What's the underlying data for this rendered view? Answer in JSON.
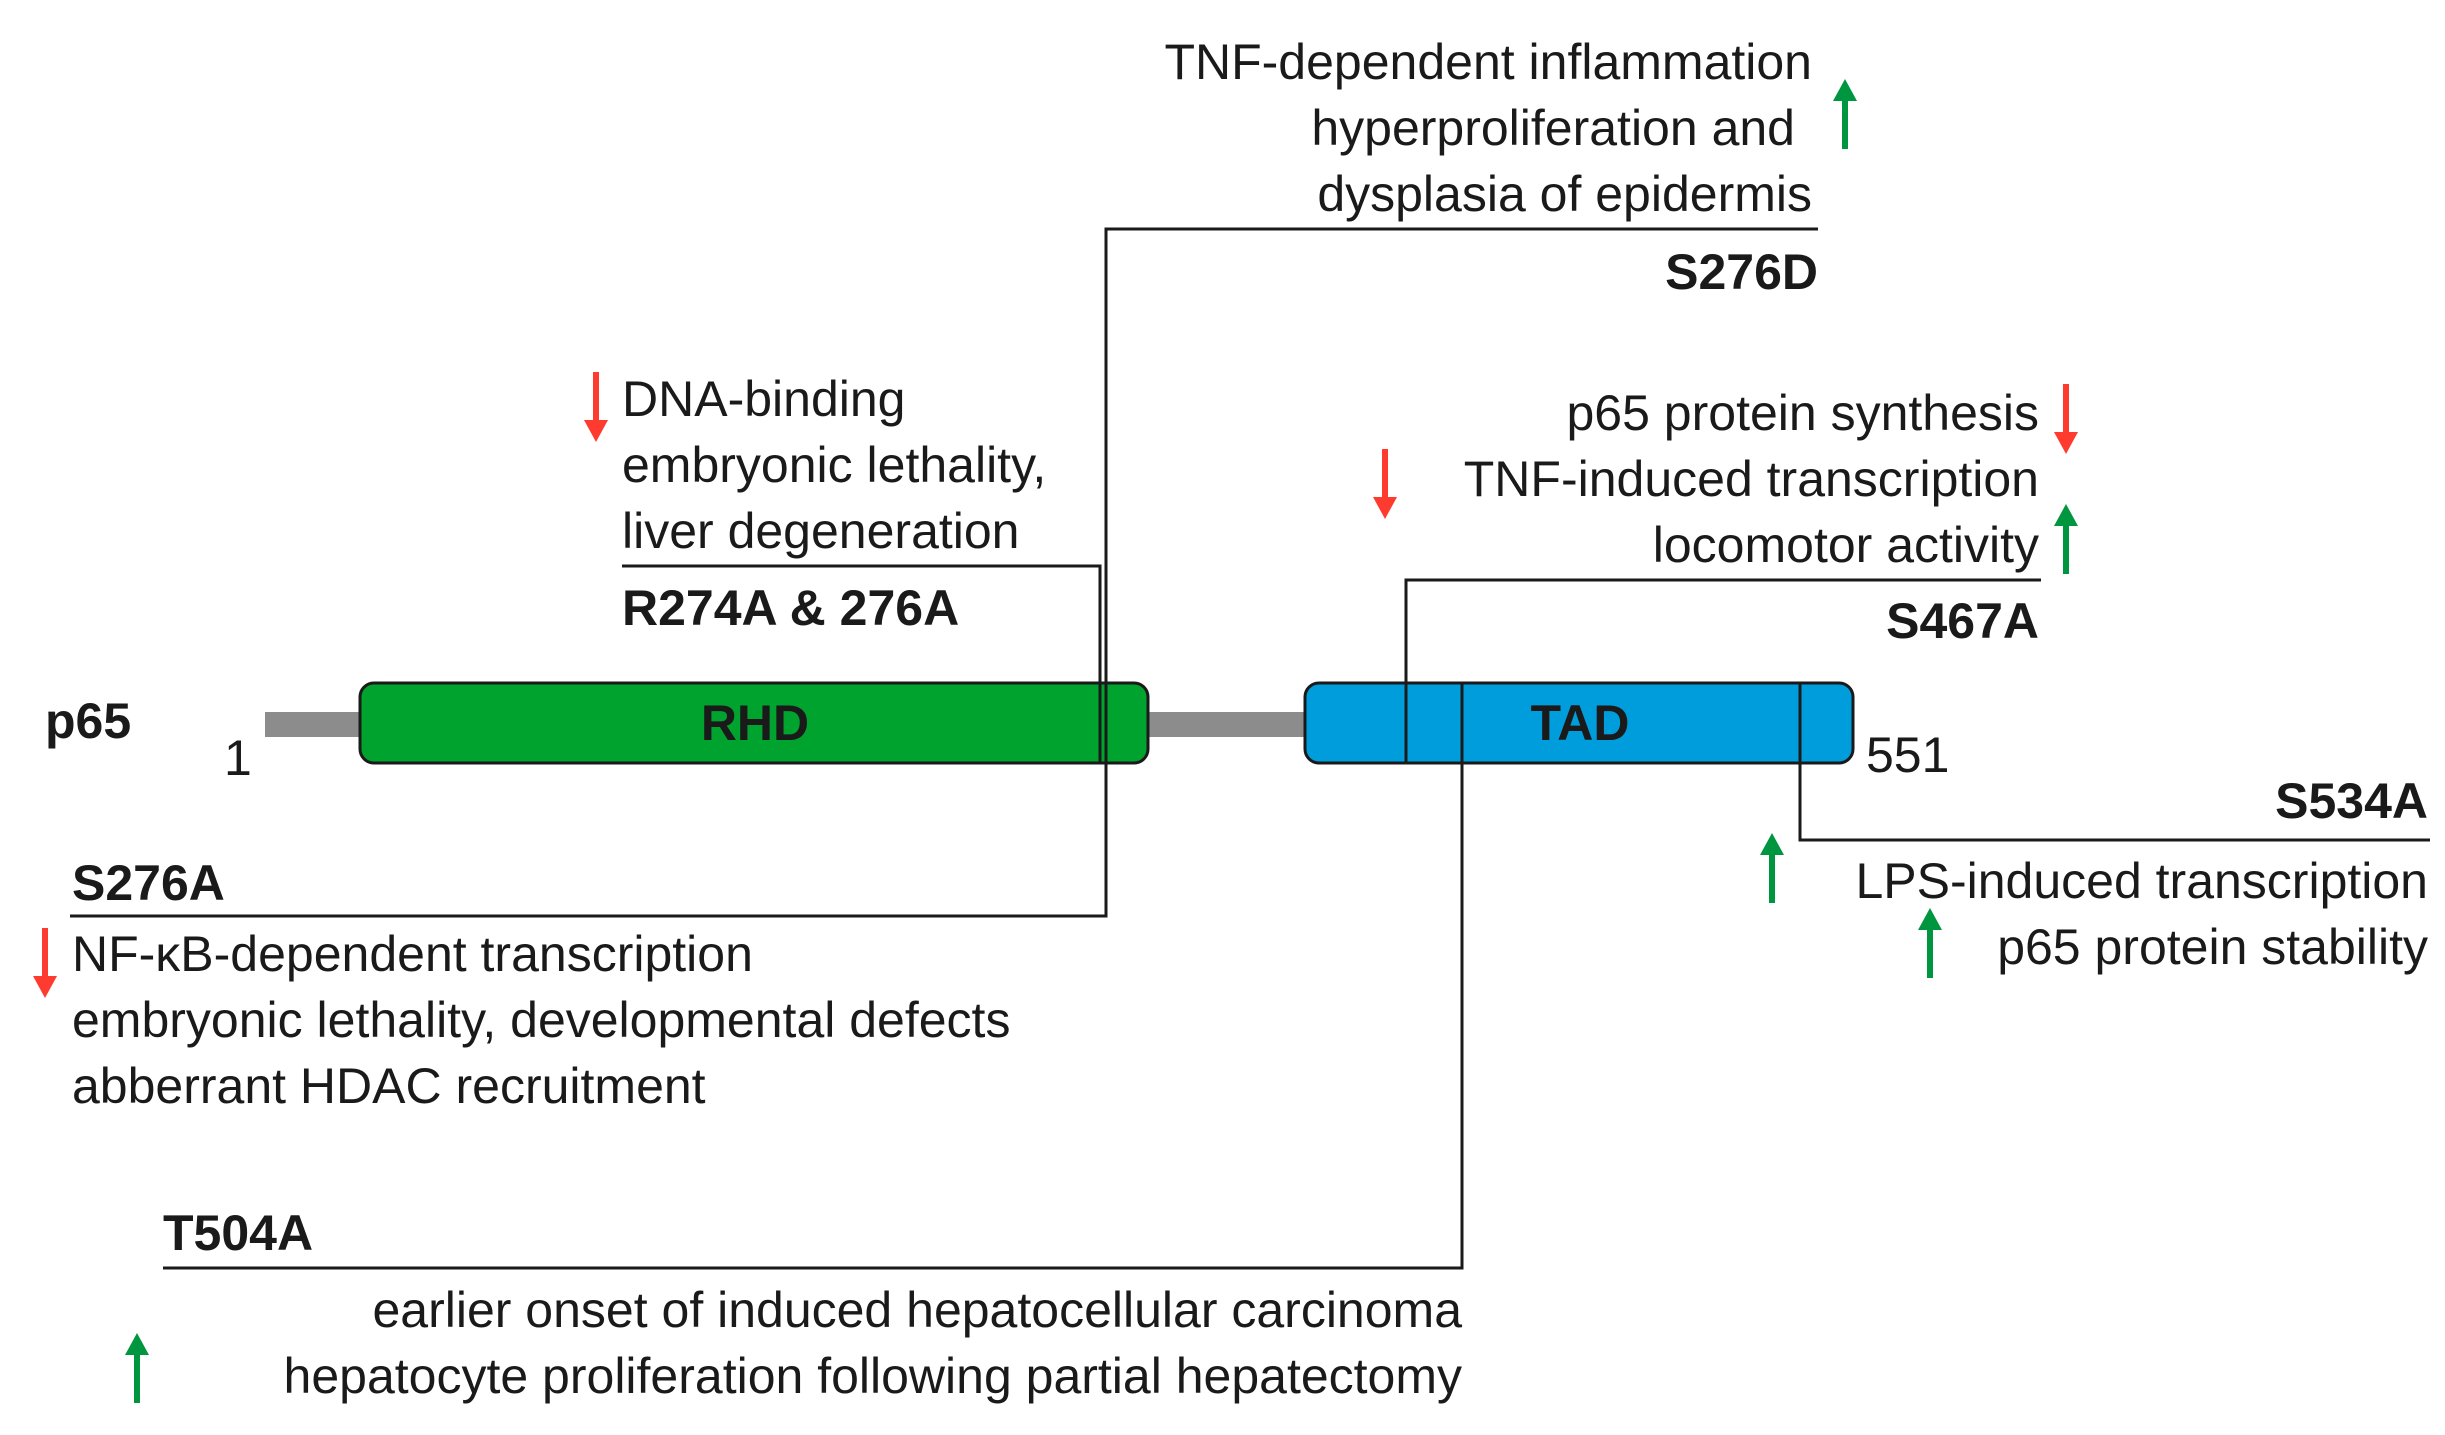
{
  "protein": {
    "name": "p65",
    "start": "1",
    "end": "551"
  },
  "domains": {
    "rhd": "RHD",
    "tad": "TAD"
  },
  "colors": {
    "rhd": "#00a32e",
    "tad": "#009ddc",
    "linker": "#8c8c8c",
    "up_arrow": "#00963f",
    "down_arrow": "#ff3b30"
  },
  "mutants": {
    "s276d": {
      "name": "S276D",
      "effects": [
        "TNF-dependent inflammation",
        "hyperproliferation and",
        "dysplasia of epidermis"
      ],
      "arrow": "up"
    },
    "r274a": {
      "name": "R274A & 276A",
      "effects": [
        "DNA-binding",
        "embryonic lethality,",
        "liver degeneration"
      ],
      "arrow": "down"
    },
    "s467a": {
      "name": "S467A",
      "effects": [
        "p65 protein synthesis",
        "TNF-induced transcription",
        "locomotor activity"
      ],
      "arrows": [
        "down",
        "down",
        "up"
      ]
    },
    "s534a": {
      "name": "S534A",
      "effects": [
        "LPS-induced transcription",
        "p65 protein stability"
      ],
      "arrows": [
        "up",
        "up"
      ]
    },
    "s276a": {
      "name": "S276A",
      "effects": [
        "NF-κB-dependent transcription",
        "embryonic lethality, developmental defects",
        "abberrant HDAC recruitment"
      ],
      "arrow": "down"
    },
    "t504a": {
      "name": "T504A",
      "effects": [
        "earlier onset of induced hepatocellular carcinoma",
        "hepatocyte proliferation following partial hepatectomy"
      ],
      "arrow": "up"
    }
  }
}
